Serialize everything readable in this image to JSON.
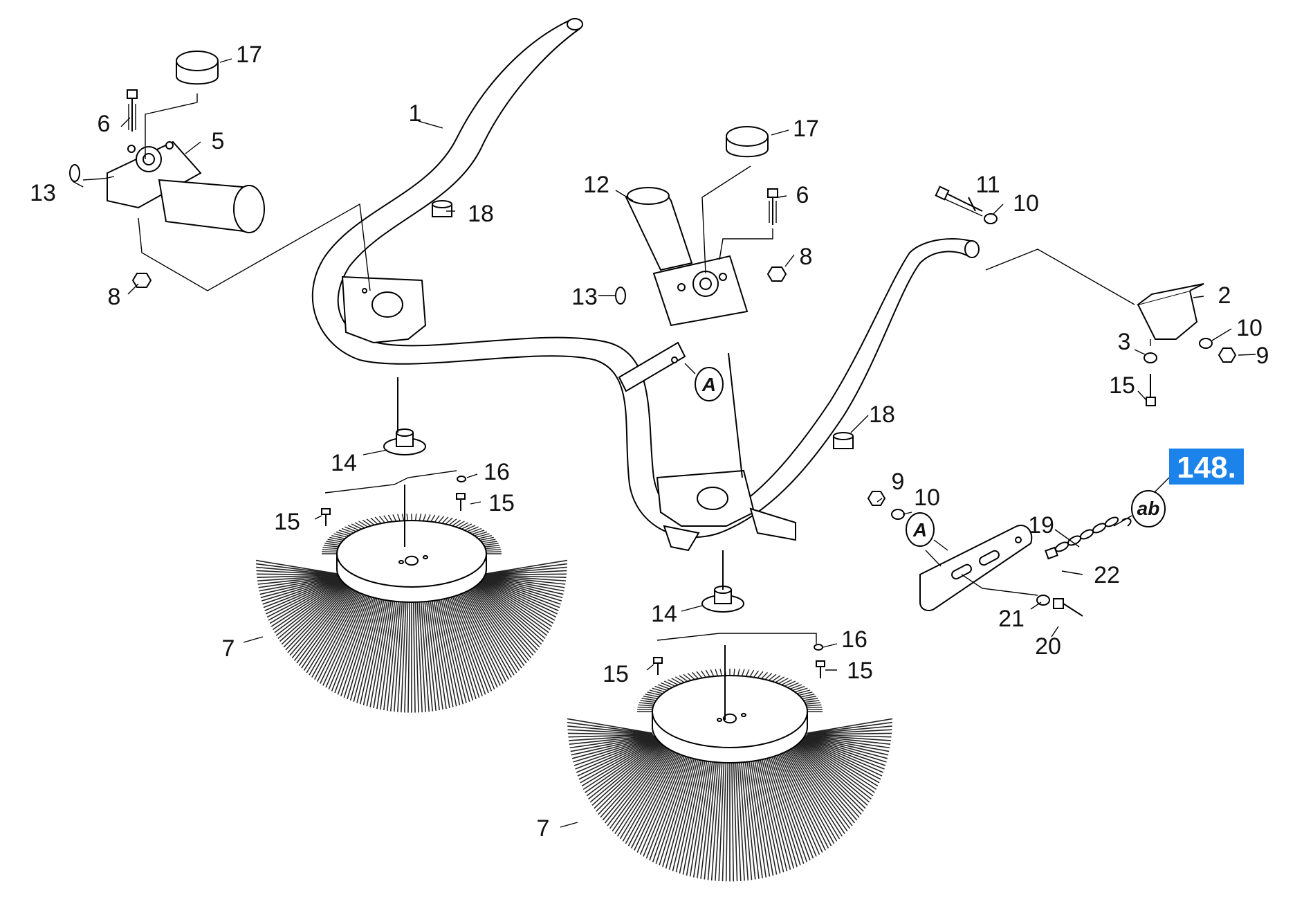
{
  "diagram": {
    "title": "Side brush assembly exploded parts view",
    "page_badge": "148.",
    "badge_color": "#1b83ea",
    "reference_marks": {
      "A": "A",
      "ab": "ab"
    }
  },
  "callouts": [
    {
      "key": "c1",
      "label": "1"
    },
    {
      "key": "c2",
      "label": "2"
    },
    {
      "key": "c3",
      "label": "3"
    },
    {
      "key": "c5",
      "label": "5"
    },
    {
      "key": "c6a",
      "label": "6"
    },
    {
      "key": "c6b",
      "label": "6"
    },
    {
      "key": "c7a",
      "label": "7"
    },
    {
      "key": "c7b",
      "label": "7"
    },
    {
      "key": "c8a",
      "label": "8"
    },
    {
      "key": "c8b",
      "label": "8"
    },
    {
      "key": "c9a",
      "label": "9"
    },
    {
      "key": "c9b",
      "label": "9"
    },
    {
      "key": "c10a",
      "label": "10"
    },
    {
      "key": "c10b",
      "label": "10"
    },
    {
      "key": "c10c",
      "label": "10"
    },
    {
      "key": "c11",
      "label": "11"
    },
    {
      "key": "c12",
      "label": "12"
    },
    {
      "key": "c13a",
      "label": "13"
    },
    {
      "key": "c13b",
      "label": "13"
    },
    {
      "key": "c14a",
      "label": "14"
    },
    {
      "key": "c14b",
      "label": "14"
    },
    {
      "key": "c15a",
      "label": "15"
    },
    {
      "key": "c15b",
      "label": "15"
    },
    {
      "key": "c15c",
      "label": "15"
    },
    {
      "key": "c15d",
      "label": "15"
    },
    {
      "key": "c15e",
      "label": "15"
    },
    {
      "key": "c16a",
      "label": "16"
    },
    {
      "key": "c16b",
      "label": "16"
    },
    {
      "key": "c17a",
      "label": "17"
    },
    {
      "key": "c17b",
      "label": "17"
    },
    {
      "key": "c18a",
      "label": "18"
    },
    {
      "key": "c18b",
      "label": "18"
    },
    {
      "key": "c19",
      "label": "19"
    },
    {
      "key": "c20",
      "label": "20"
    },
    {
      "key": "c21",
      "label": "21"
    },
    {
      "key": "c22",
      "label": "22"
    }
  ]
}
